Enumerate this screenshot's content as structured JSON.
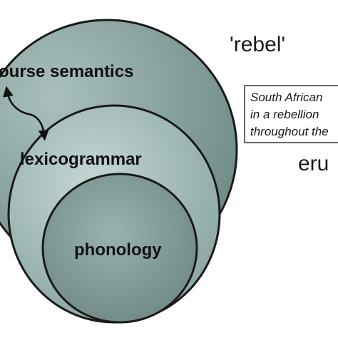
{
  "diagram": {
    "layers": [
      {
        "id": "discourse",
        "label": "ourse semantics"
      },
      {
        "id": "lexicogrammar",
        "label": "lexicogrammar"
      },
      {
        "id": "phonology",
        "label": "phonology"
      }
    ],
    "word": "'rebel'",
    "quote_lines": [
      "South African",
      "in a rebellion",
      "throughout the"
    ],
    "erupt_fragment": "eru",
    "colors": {
      "outer_fill": "#8da6a3",
      "middle_fill": "#9fb8b6",
      "inner_fill": "#7f9896",
      "stroke": "#1a1a1a",
      "arrow": "#111111"
    }
  }
}
